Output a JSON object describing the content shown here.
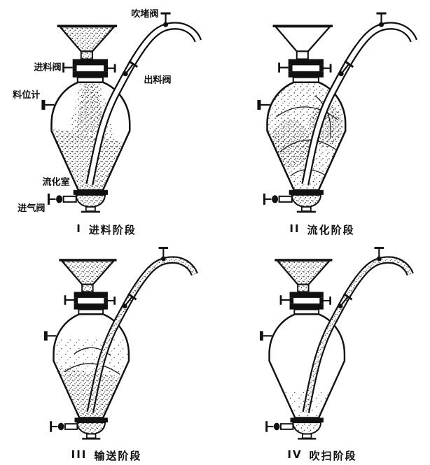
{
  "labels": {
    "blow_plug_valve": "吹堵阀",
    "feed_valve": "进料阀",
    "level_gauge": "料位计",
    "discharge_valve": "出料阀",
    "fluidization_chamber": "流化室",
    "air_inlet_valve": "进气阀"
  },
  "panels": [
    {
      "numeral": "I",
      "stage": "进料阶段"
    },
    {
      "numeral": "II",
      "stage": "流化阶段"
    },
    {
      "numeral": "III",
      "stage": "输送阶段"
    },
    {
      "numeral": "IV",
      "stage": "吹扫阶段"
    }
  ],
  "colors": {
    "ink": "#1a1a1a",
    "background": "#ffffff"
  }
}
